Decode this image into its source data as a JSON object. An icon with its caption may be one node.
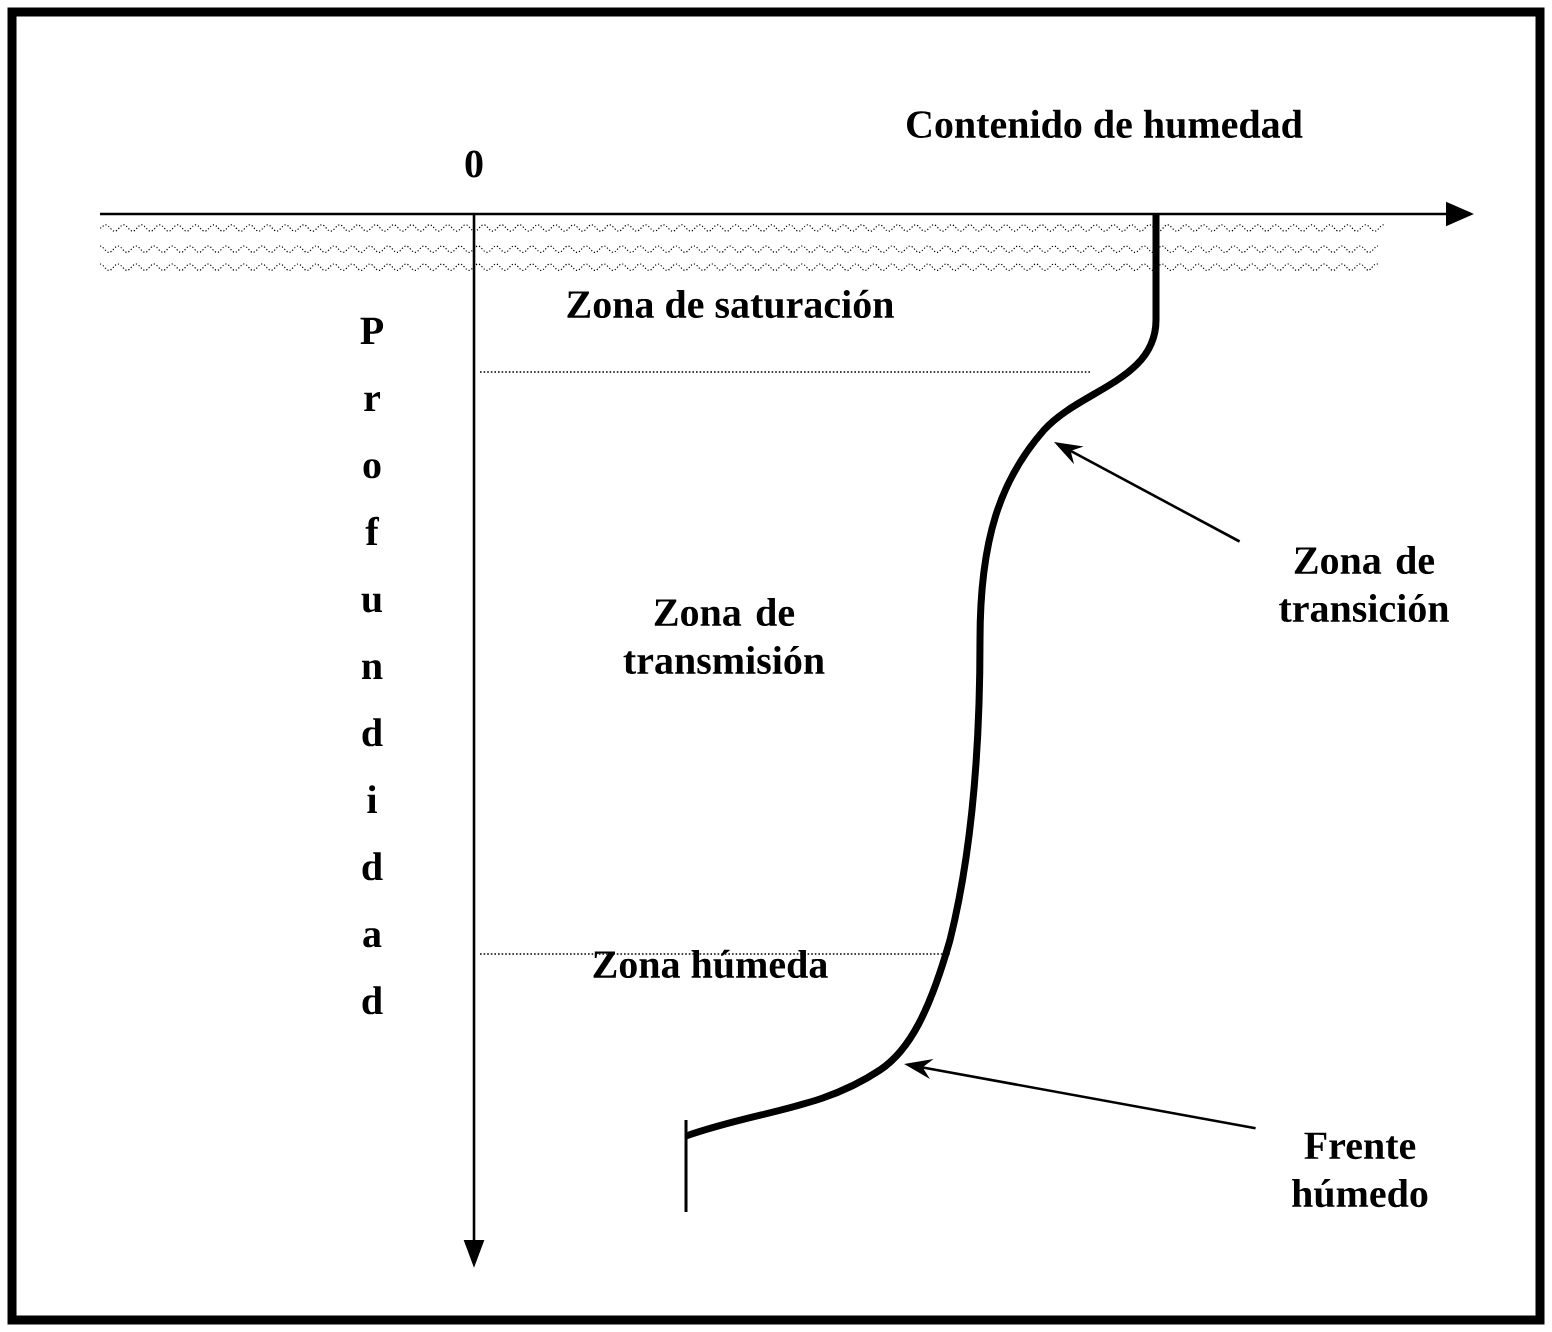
{
  "diagram": {
    "nodes": [
      {
        "text": [
          "Zona de transición"
        ]
      },
      {
        "text": [
          "Frente húmedo"
        ]
      }
    ],
    "edges": [
      {
        "from": 0,
        "to": null,
        "arrow": "to"
      },
      {
        "from": 1,
        "to": null,
        "arrow": "to"
      }
    ],
    "labels": [
      "Contenido de humedad",
      "0",
      "Zona de saturación",
      "Profundidad",
      "Zona de transmisión",
      "Zona húmeda"
    ]
  }
}
